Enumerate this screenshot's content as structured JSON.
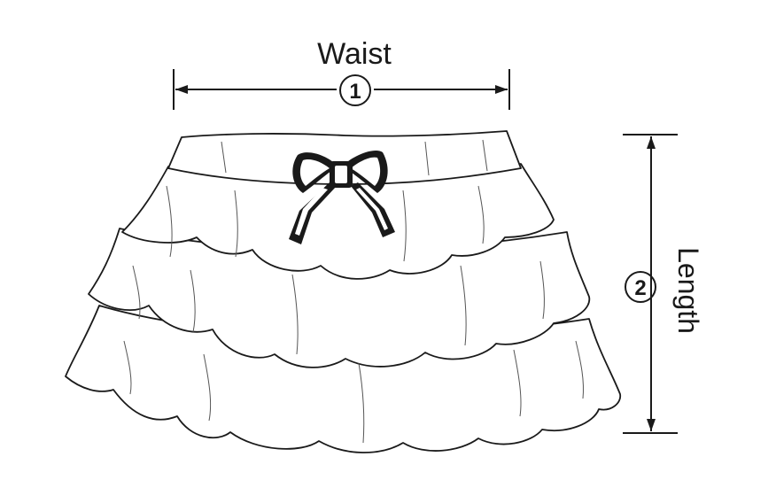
{
  "diagram": {
    "waist_label": "Waist",
    "waist_number": "1",
    "length_label": "Length",
    "length_number": "2",
    "colors": {
      "line": "#1a1a1a",
      "fill": "#ffffff"
    }
  }
}
